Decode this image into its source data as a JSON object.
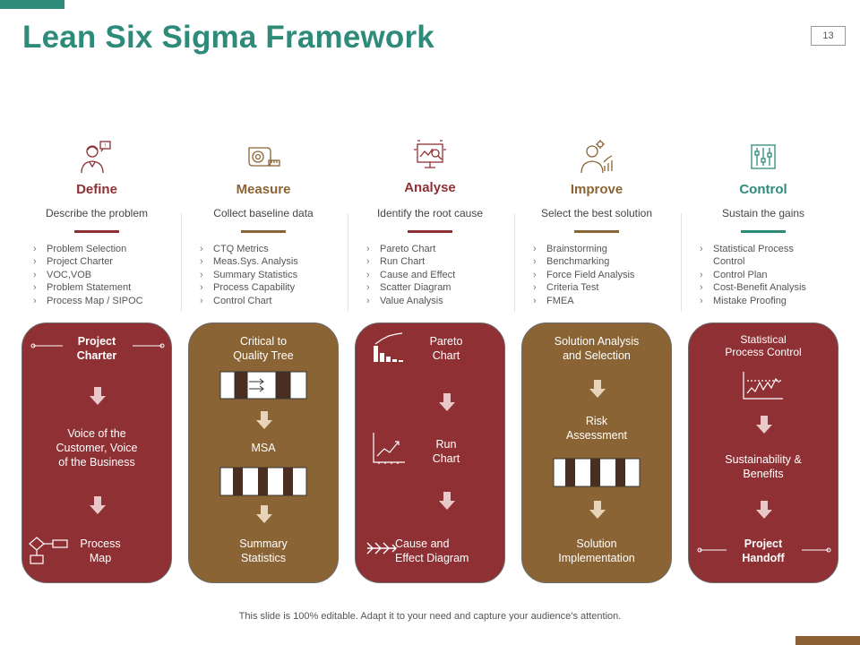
{
  "title": "Lean Six Sigma Framework",
  "page_number": "13",
  "phases": [
    {
      "name": "Define",
      "color": "#8f3034",
      "icon": "presenter-icon",
      "description": "Describe the problem",
      "items": [
        "Problem Selection",
        "Project Charter",
        "VOC,VOB",
        "Problem Statement",
        "Process Map / SIPOC"
      ]
    },
    {
      "name": "Measure",
      "color": "#8b6436",
      "icon": "measuring-tape-icon",
      "description": "Collect baseline data",
      "items": [
        "CTQ Metrics",
        "Meas.Sys. Analysis",
        "Summary Statistics",
        "Process Capability",
        "Control Chart"
      ]
    },
    {
      "name": "Analyse",
      "color": "#8f3034",
      "icon": "analysis-screen-icon",
      "description": "Identify the root cause",
      "items": [
        "Pareto Chart",
        "Run Chart",
        "Cause and Effect",
        "Scatter Diagram",
        "Value Analysis"
      ]
    },
    {
      "name": "Improve",
      "color": "#8b6436",
      "icon": "idea-person-icon",
      "description": "Select the best solution",
      "items": [
        "Brainstorming",
        "Benchmarking",
        "Force Field Analysis",
        "Criteria Test",
        "FMEA"
      ]
    },
    {
      "name": "Control",
      "color": "#2e8b7a",
      "icon": "control-sliders-icon",
      "description": "Sustain the gains",
      "items": [
        "Statistical Process",
        "Control",
        "Control Plan",
        "Cost-Benefit Analysis",
        "Mistake Proofing"
      ]
    }
  ],
  "cards": [
    {
      "top": "Project\nCharter",
      "middle": "Voice of the\nCustomer, Voice\nof the Business",
      "bottom": "Process\nMap"
    },
    {
      "top": "Critical to\nQuality Tree",
      "middle": "MSA",
      "bottom": "Summary\nStatistics"
    },
    {
      "top": "Pareto\nChart",
      "middle": "Run\nChart",
      "bottom": "Cause and\nEffect Diagram"
    },
    {
      "top": "Solution Analysis\nand Selection",
      "middle": "Risk\nAssessment",
      "bottom": "Solution\nImplementation"
    },
    {
      "top": "Statistical\nProcess Control",
      "middle": "Sustainability &\nBenefits",
      "bottom": "Project\nHandoff"
    }
  ],
  "footer": "This slide is 100% editable. Adapt it to your need and capture your audience’s attention."
}
